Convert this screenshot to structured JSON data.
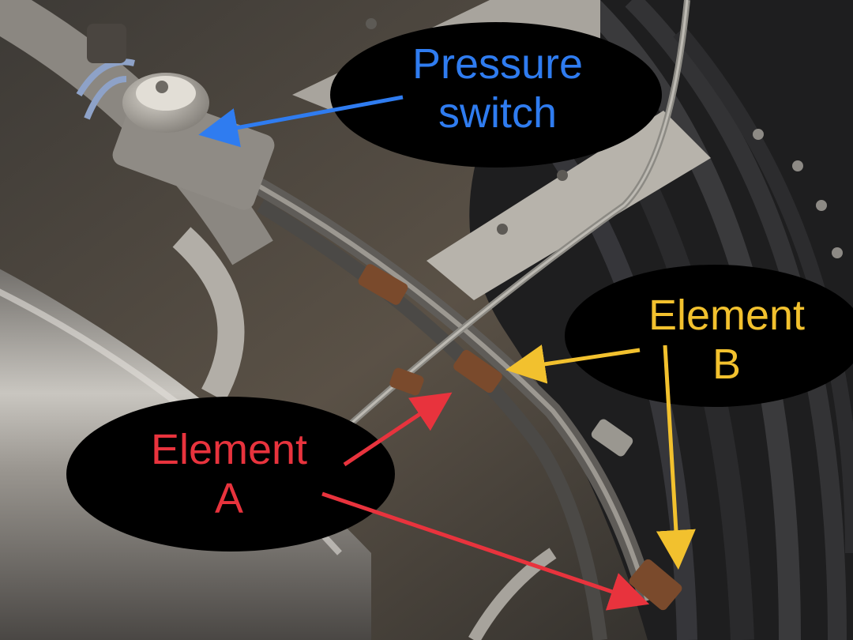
{
  "labels": {
    "pressure_switch": {
      "line1": "Pressure",
      "line2": "switch",
      "color": "#2f7cf0"
    },
    "element_b": {
      "line1": "Element",
      "line2": "B",
      "color": "#f2c12e"
    },
    "element_a": {
      "line1": "Element",
      "line2": "A",
      "color": "#e8333d"
    }
  },
  "colors": {
    "callout_fill": "#000000",
    "arrow_blue": "#2f7cf0",
    "arrow_yellow": "#f2c12e",
    "arrow_red": "#e8333d"
  }
}
